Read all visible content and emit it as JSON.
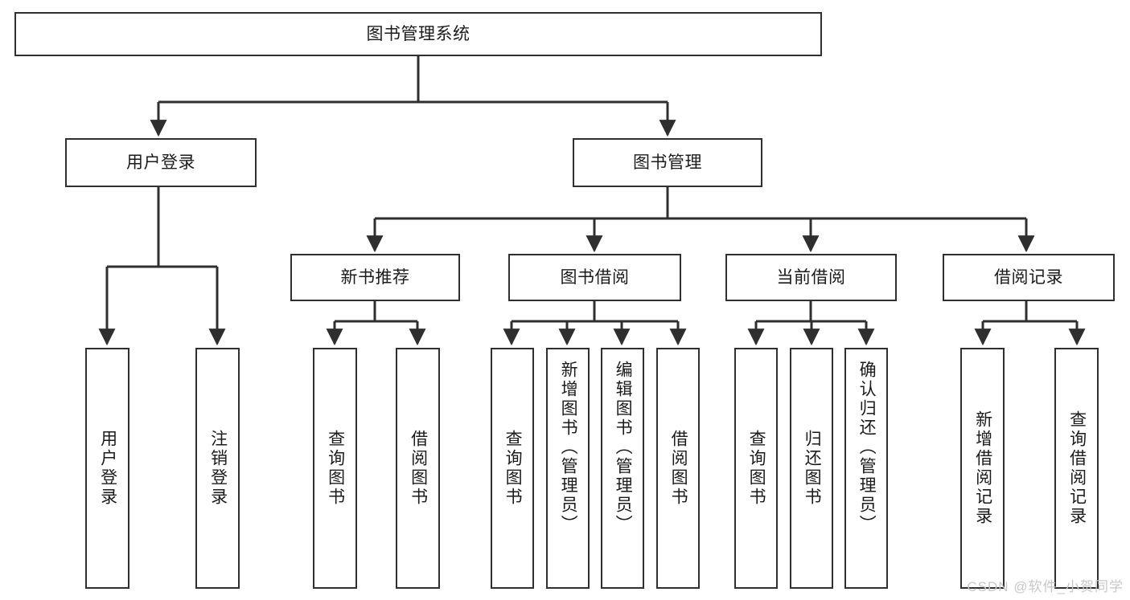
{
  "diagram": {
    "type": "tree",
    "title": "图书管理系统",
    "orientation": "top-down",
    "colors": {
      "box_stroke": "#2f2f2f",
      "box_fill": "#ffffff",
      "edge": "#2f2f2f",
      "text": "#1b1b1b",
      "watermark": "#c8c8c8",
      "background": "#ffffff"
    },
    "nodes": {
      "root": {
        "label": "图书管理系统"
      },
      "level2": [
        {
          "id": "user-login",
          "label": "用户登录"
        },
        {
          "id": "book-manage",
          "label": "图书管理"
        }
      ],
      "level3": [
        {
          "id": "new-book-recommend",
          "label": "新书推荐"
        },
        {
          "id": "book-borrow",
          "label": "图书借阅"
        },
        {
          "id": "current-borrow",
          "label": "当前借阅"
        },
        {
          "id": "borrow-record",
          "label": "借阅记录"
        }
      ],
      "leaves": [
        {
          "id": "leaf-user-login",
          "label": "用户登录",
          "parent": "user-login"
        },
        {
          "id": "leaf-logout",
          "label": "注销登录",
          "parent": "user-login"
        },
        {
          "id": "leaf-query-book-1",
          "label": "查询图书",
          "parent": "new-book-recommend"
        },
        {
          "id": "leaf-borrow-book-1",
          "label": "借阅图书",
          "parent": "new-book-recommend"
        },
        {
          "id": "leaf-query-book-2",
          "label": "查询图书",
          "parent": "book-borrow"
        },
        {
          "id": "leaf-add-book",
          "label": "新增图书（管理员）",
          "parent": "book-borrow"
        },
        {
          "id": "leaf-edit-book",
          "label": "编辑图书（管理员）",
          "parent": "book-borrow"
        },
        {
          "id": "leaf-borrow-book-2",
          "label": "借阅图书",
          "parent": "book-borrow"
        },
        {
          "id": "leaf-query-book-3",
          "label": "查询图书",
          "parent": "current-borrow"
        },
        {
          "id": "leaf-return-book",
          "label": "归还图书",
          "parent": "current-borrow"
        },
        {
          "id": "leaf-confirm-return",
          "label": "确认归还（管理员）",
          "parent": "current-borrow"
        },
        {
          "id": "leaf-add-record",
          "label": "新增借阅记录",
          "parent": "borrow-record"
        },
        {
          "id": "leaf-query-record",
          "label": "查询借阅记录",
          "parent": "borrow-record"
        }
      ]
    }
  },
  "watermark": {
    "text": "CSDN @软件_小贺同学"
  }
}
